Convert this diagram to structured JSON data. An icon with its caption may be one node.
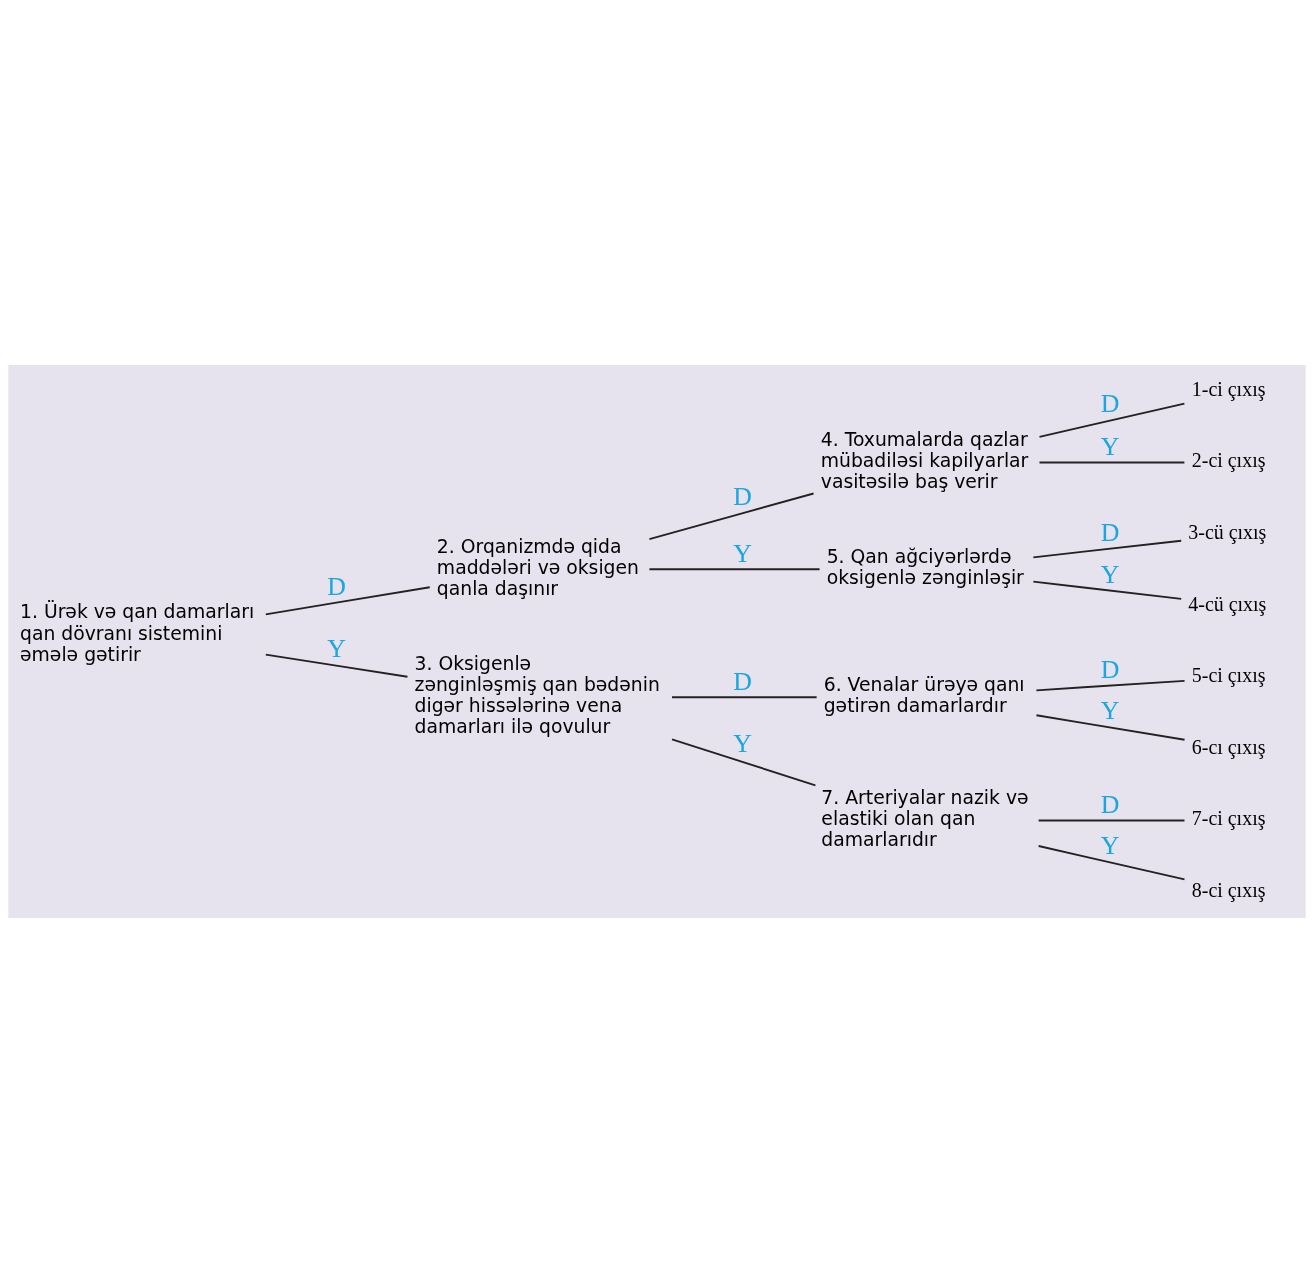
{
  "diagram": {
    "nodes": [
      {
        "text": [
          "1. Ürək və qan damarları qan dövranı sistemini əmələ gətirir"
        ]
      },
      {
        "text": [
          "2. Orqanizmdə qida maddələri və oksigen qanla daşınır"
        ]
      },
      {
        "text": [
          "3. Oksigenlə zənginləşmiş qan bədənin digər hissələrinə vena damarları ilə qovulur"
        ]
      },
      {
        "text": [
          "4. Toxumalarda qazlar mübadiləsi kapilyarlar vasitəsilə baş verir"
        ]
      },
      {
        "text": [
          "5. Qan ağciyərlərdə oksigenlə zənginləşir"
        ]
      },
      {
        "text": [
          "6. Venalar ürəyə qanı gətirən damarlardır"
        ]
      },
      {
        "text": [
          "7. Arteriyalar nazik və elastiki olan qan damarlarıdır"
        ]
      },
      {
        "text": [
          "1-ci çıxış"
        ]
      },
      {
        "text": [
          "2-ci çıxış"
        ]
      },
      {
        "text": [
          "3-cü çıxış"
        ]
      },
      {
        "text": [
          "4-cü çıxış"
        ]
      },
      {
        "text": [
          "5-ci çıxış"
        ]
      },
      {
        "text": [
          "6-cı çıxış"
        ]
      },
      {
        "text": [
          "7-ci çıxış"
        ]
      },
      {
        "text": [
          "8-ci çıxış"
        ]
      }
    ],
    "edges": [
      {
        "from": 0,
        "to": 1,
        "arrow": "none",
        "label": "D"
      },
      {
        "from": 0,
        "to": 2,
        "arrow": "none",
        "label": "Y"
      },
      {
        "from": 1,
        "to": 3,
        "arrow": "none",
        "label": "D"
      },
      {
        "from": 1,
        "to": 4,
        "arrow": "none",
        "label": "Y"
      },
      {
        "from": 2,
        "to": 5,
        "arrow": "none",
        "label": "D"
      },
      {
        "from": 2,
        "to": 6,
        "arrow": "none",
        "label": "Y"
      },
      {
        "from": 3,
        "to": 7,
        "arrow": "none",
        "label": "D"
      },
      {
        "from": 3,
        "to": 8,
        "arrow": "none",
        "label": "Y"
      },
      {
        "from": 4,
        "to": 9,
        "arrow": "none",
        "label": "D"
      },
      {
        "from": 4,
        "to": 10,
        "arrow": "none",
        "label": "Y"
      },
      {
        "from": 5,
        "to": 11,
        "arrow": "none",
        "label": "D"
      },
      {
        "from": 5,
        "to": 12,
        "arrow": "none",
        "label": "Y"
      },
      {
        "from": 6,
        "to": 13,
        "arrow": "none",
        "label": "D"
      },
      {
        "from": 6,
        "to": 14,
        "arrow": "none",
        "label": "Y"
      }
    ]
  }
}
